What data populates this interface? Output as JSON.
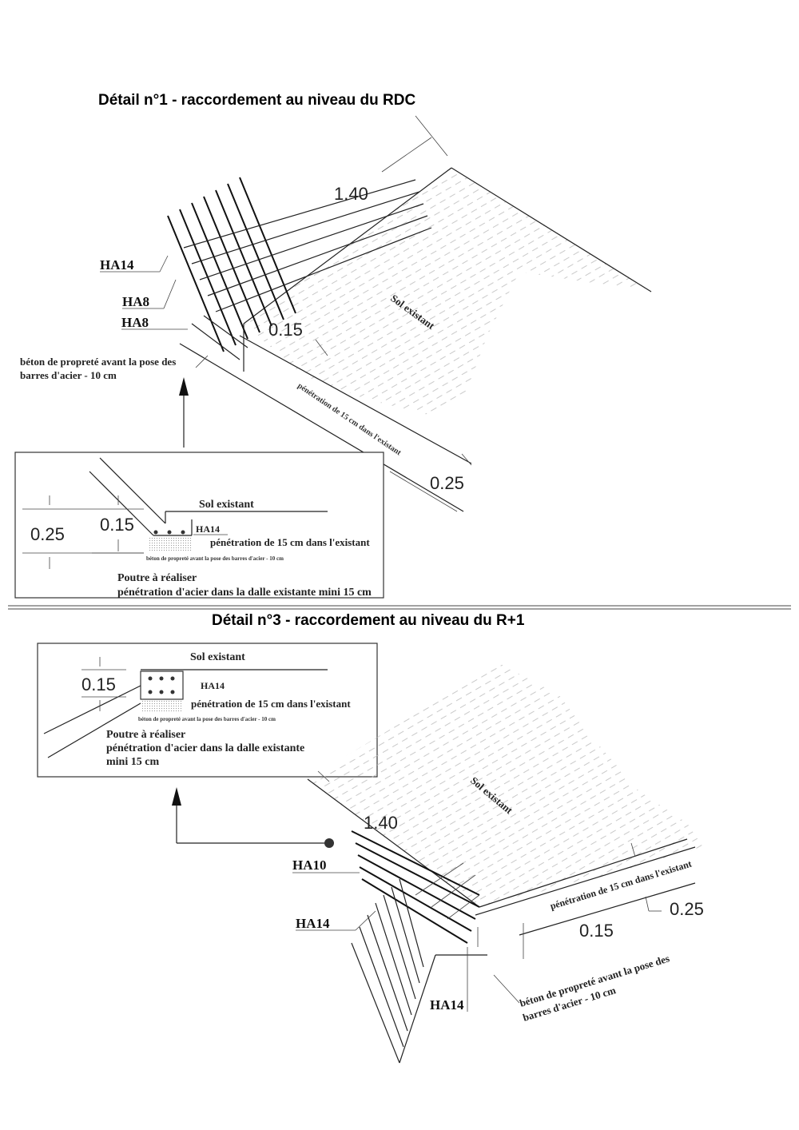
{
  "detail1": {
    "title": "Détail n°1 - raccordement au niveau du RDC",
    "dim_length": "1.40",
    "dim_015": "0.15",
    "dim_025": "0.25",
    "label_ha14": "HA14",
    "label_ha8_a": "HA8",
    "label_ha8_b": "HA8",
    "beton_line1": "béton de propreté avant la pose des",
    "beton_line2": "barres d'acier - 10 cm",
    "sol_existant": "Sol existant",
    "penetration": "pénétration de 15 cm dans l'existant",
    "inset": {
      "sol_existant": "Sol existant",
      "dim_025": "0.25",
      "dim_015": "0.15",
      "ha14": "HA14",
      "penetration": "pénétration de 15 cm dans l'existant",
      "beton_small": "béton de propreté avant la pose des barres d'acier - 10 cm",
      "poutre": "Poutre à réaliser",
      "penetration_acier": "pénétration d'acier dans la dalle existante mini 15 cm"
    }
  },
  "detail3": {
    "title": "Détail n°3 - raccordement au niveau du R+1",
    "dim_length": "1.40",
    "dim_015": "0.15",
    "dim_025": "0.25",
    "label_ha10": "HA10",
    "label_ha14_a": "HA14",
    "label_ha14_b": "HA14",
    "sol_existant": "Sol existant",
    "penetration": "pénétration de 15 cm dans l'existant",
    "beton_line1": "béton de propreté avant la pose des",
    "beton_line2": "barres d'acier - 10 cm",
    "inset": {
      "sol_existant": "Sol existant",
      "dim_015": "0.15",
      "ha14": "HA14",
      "penetration": "pénétration de 15 cm dans l'existant",
      "beton_small": "béton de propreté avant la pose des barres d'acier - 10 cm",
      "poutre": "Poutre à réaliser",
      "penetration_acier": "pénétration d'acier dans la dalle existante mini 15 cm",
      "penetration_acier_line1": "pénétration d'acier dans la dalle existante",
      "penetration_acier_line2": "mini 15 cm"
    }
  }
}
